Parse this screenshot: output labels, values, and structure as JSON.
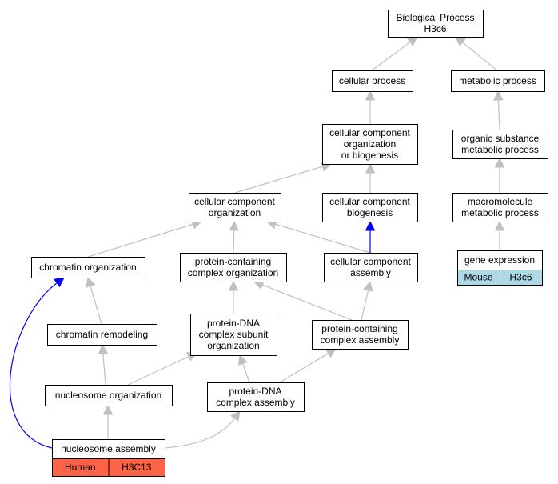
{
  "diagram": {
    "nodes": {
      "bp": [
        "Biological Process",
        "H3c6"
      ],
      "cellular_process": [
        "cellular process"
      ],
      "metabolic_process": [
        "metabolic process"
      ],
      "ccob": [
        "cellular component",
        "organization",
        "or biogenesis"
      ],
      "organic_substance": [
        "organic substance",
        "metabolic process"
      ],
      "cco": [
        "cellular component",
        "organization"
      ],
      "ccb": [
        "cellular component",
        "biogenesis"
      ],
      "macromolecule": [
        "macromolecule",
        "metabolic process"
      ],
      "gene_expression": [
        "gene expression"
      ],
      "chromatin_org": [
        "chromatin organization"
      ],
      "pcco": [
        "protein-containing",
        "complex organization"
      ],
      "cca": [
        "cellular component",
        "assembly"
      ],
      "chromatin_remodeling": [
        "chromatin remodeling"
      ],
      "pdna_subunit": [
        "protein-DNA",
        "complex subunit",
        "organization"
      ],
      "pc_assembly": [
        "protein-containing",
        "complex assembly"
      ],
      "nucleosome_org": [
        "nucleosome organization"
      ],
      "pdna_assembly": [
        "protein-DNA",
        "complex assembly"
      ],
      "nucleosome_assembly": [
        "nucleosome assembly"
      ]
    },
    "annotations": {
      "gene_expression": {
        "species": "Mouse",
        "gene": "H3c6",
        "color": "#add8e6"
      },
      "nucleosome_assembly": {
        "species": "Human",
        "gene": "H3C13",
        "color": "#ff6347"
      }
    },
    "edges": [
      {
        "from": "cellular_process",
        "to": "bp",
        "color": "#c0c0c0"
      },
      {
        "from": "metabolic_process",
        "to": "bp",
        "color": "#c0c0c0"
      },
      {
        "from": "ccob",
        "to": "cellular_process",
        "color": "#c0c0c0"
      },
      {
        "from": "organic_substance",
        "to": "metabolic_process",
        "color": "#c0c0c0"
      },
      {
        "from": "cco",
        "to": "ccob",
        "color": "#c0c0c0"
      },
      {
        "from": "ccb",
        "to": "ccob",
        "color": "#c0c0c0"
      },
      {
        "from": "macromolecule",
        "to": "organic_substance",
        "color": "#c0c0c0"
      },
      {
        "from": "gene_expression",
        "to": "macromolecule",
        "color": "#c0c0c0"
      },
      {
        "from": "chromatin_org",
        "to": "cco",
        "color": "#c0c0c0"
      },
      {
        "from": "pcco",
        "to": "cco",
        "color": "#c0c0c0"
      },
      {
        "from": "cca",
        "to": "cco",
        "color": "#c0c0c0"
      },
      {
        "from": "cca",
        "to": "ccb",
        "color": "#0000ff"
      },
      {
        "from": "chromatin_remodeling",
        "to": "chromatin_org",
        "color": "#c0c0c0"
      },
      {
        "from": "pdna_subunit",
        "to": "pcco",
        "color": "#c0c0c0"
      },
      {
        "from": "pc_assembly",
        "to": "pcco",
        "color": "#c0c0c0"
      },
      {
        "from": "pc_assembly",
        "to": "cca",
        "color": "#c0c0c0"
      },
      {
        "from": "nucleosome_org",
        "to": "chromatin_remodeling",
        "color": "#c0c0c0"
      },
      {
        "from": "nucleosome_org",
        "to": "pdna_subunit",
        "color": "#c0c0c0"
      },
      {
        "from": "pdna_assembly",
        "to": "pdna_subunit",
        "color": "#c0c0c0"
      },
      {
        "from": "pdna_assembly",
        "to": "pc_assembly",
        "color": "#c0c0c0"
      },
      {
        "from": "nucleosome_assembly",
        "to": "nucleosome_org",
        "color": "#c0c0c0"
      },
      {
        "from": "nucleosome_assembly",
        "to": "pdna_assembly",
        "color": "#c0c0c0"
      },
      {
        "from": "nucleosome_assembly",
        "to": "chromatin_org",
        "color": "#0000ff"
      }
    ]
  }
}
